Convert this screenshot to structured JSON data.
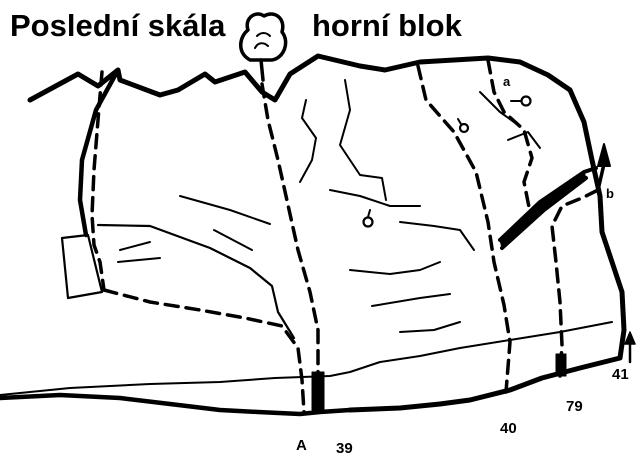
{
  "title_left": "Poslední skála",
  "title_right": "horní blok",
  "labels": {
    "a": "a",
    "b": "b",
    "A": "A",
    "r39": "39",
    "r40": "40",
    "r79": "79",
    "r41": "41"
  }
}
